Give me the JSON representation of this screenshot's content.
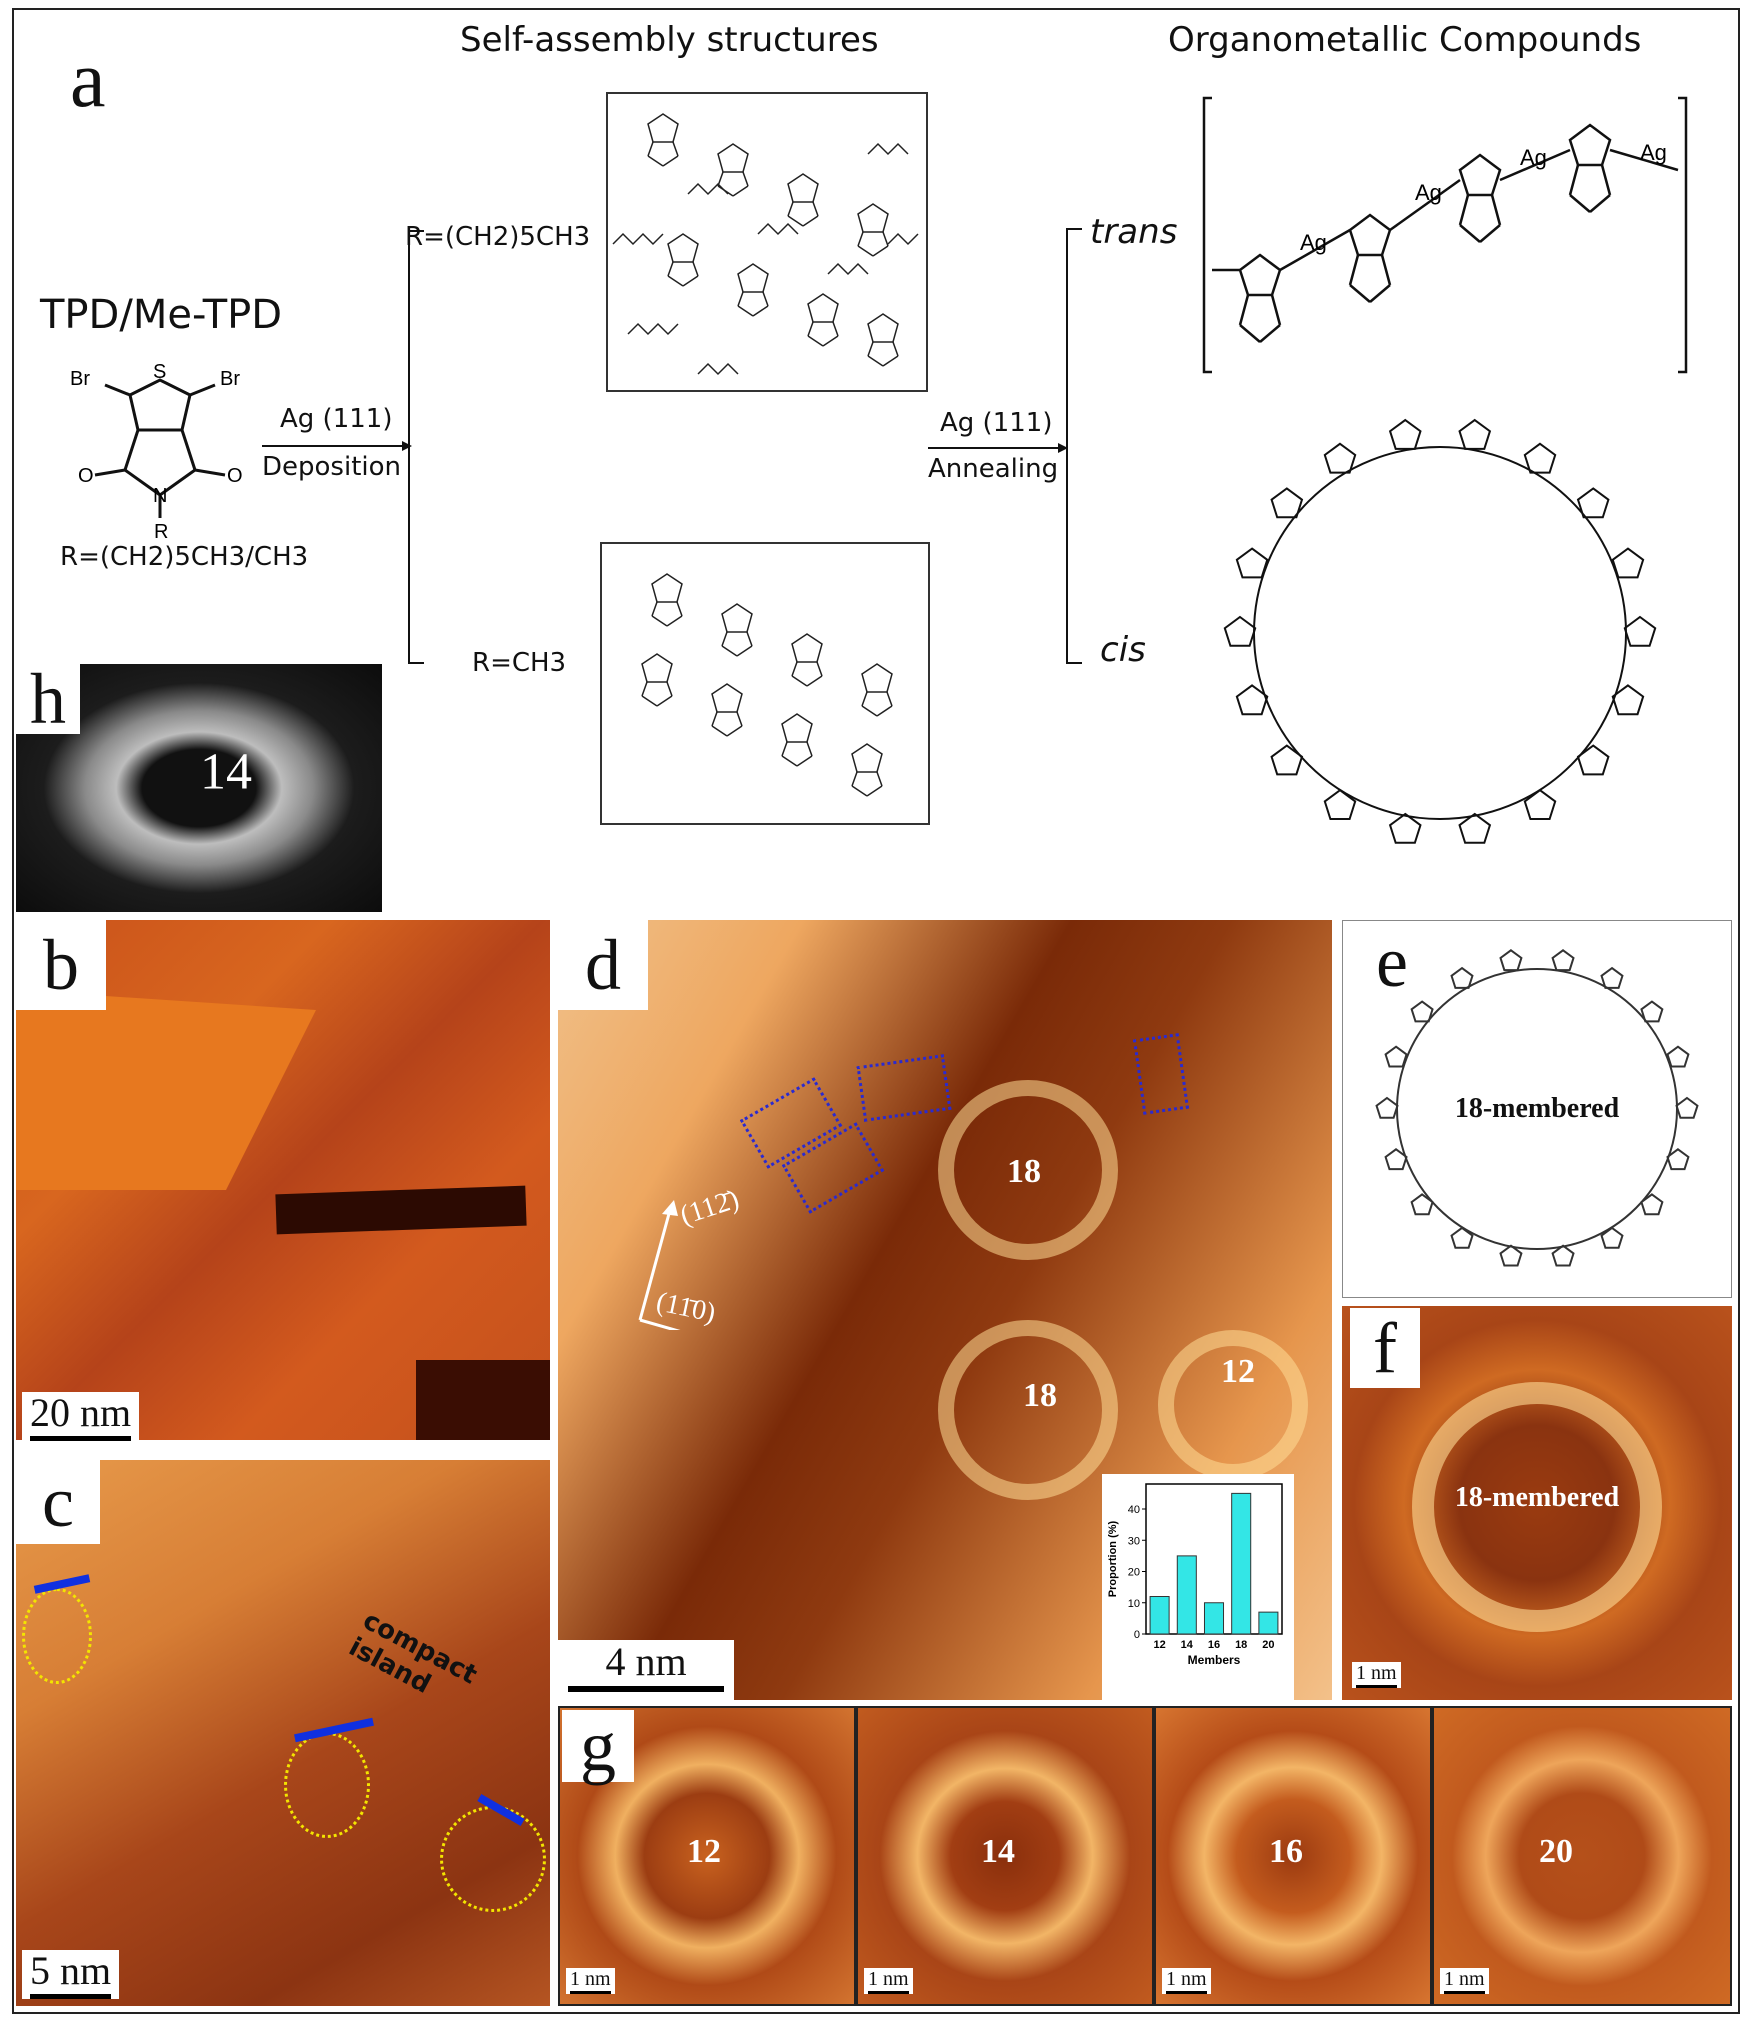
{
  "panel_a": {
    "letter": "a",
    "heading_self_assembly": "Self-assembly structures",
    "heading_organometallic": "Organometallic Compounds",
    "reactant_title": "TPD/Me-TPD",
    "reactant_br_left": "Br",
    "reactant_br_right": "Br",
    "reactant_s": "S",
    "reactant_n": "N",
    "reactant_o_left": "O",
    "reactant_o_right": "O",
    "reactant_r": "R",
    "reactant_substituent": "R=(CH2)5CH3/CH3",
    "arrow1_top": "Ag (111)",
    "arrow1_bottom": "Deposition",
    "branch_upper": "R=(CH2)5CH3",
    "branch_lower": "R=CH3",
    "arrow2_top": "Ag (111)",
    "arrow2_bottom": "Annealing",
    "label_trans": "trans",
    "label_cis": "cis",
    "chain_ag_1": "Ag",
    "chain_ag_2": "Ag",
    "chain_ag_3": "Ag",
    "chain_ag_4": "Ag"
  },
  "panel_h": {
    "letter": "h",
    "ring_number": "14"
  },
  "panel_b": {
    "letter": "b",
    "scale": "20 nm"
  },
  "panel_c": {
    "letter": "c",
    "scale": "5 nm",
    "annotation": "compact island"
  },
  "panel_d": {
    "letter": "d",
    "scale": "4 nm",
    "dir1": "(112̄)",
    "dir2": "(11̄0)",
    "rings": [
      "18",
      "18",
      "12"
    ]
  },
  "panel_e": {
    "letter": "e",
    "label": "18-membered"
  },
  "panel_f": {
    "letter": "f",
    "label": "18-membered",
    "scale": "1 nm"
  },
  "panel_g": {
    "letter": "g",
    "rings": [
      "12",
      "14",
      "16",
      "20"
    ],
    "scale": "1 nm"
  },
  "chart_data": {
    "type": "bar",
    "categories": [
      "12",
      "14",
      "16",
      "18",
      "20"
    ],
    "values": [
      12,
      25,
      10,
      45,
      7
    ],
    "xlabel": "Members",
    "ylabel": "Proportion (%)",
    "ylim": [
      0,
      48
    ],
    "yticks": [
      0,
      10,
      20,
      30,
      40
    ],
    "bar_color": "#33e6e6",
    "grid": false
  }
}
